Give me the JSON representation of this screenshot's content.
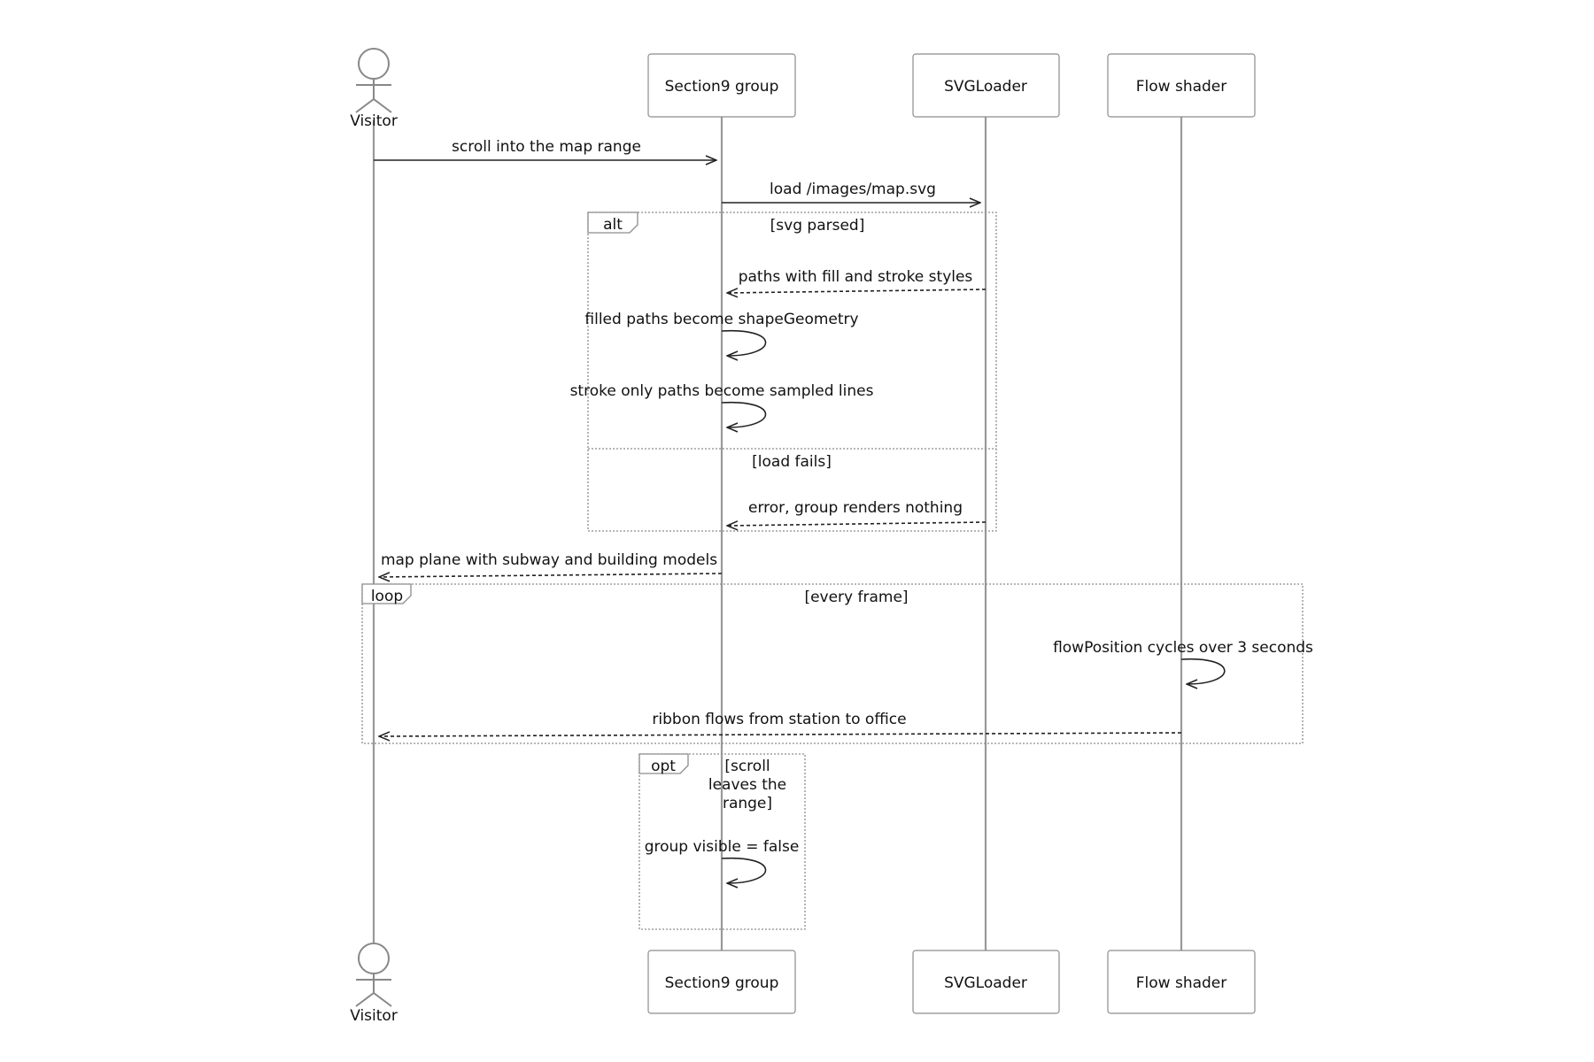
{
  "participants": {
    "visitor": "Visitor",
    "section9": "Section9 group",
    "svgloader": "SVGLoader",
    "flowshader": "Flow shader"
  },
  "messages": {
    "scroll_into_range": "scroll into the map range",
    "load_map": "load /images/map.svg",
    "paths_styles": "paths with fill and stroke styles",
    "filled_paths": "filled paths become shapeGeometry",
    "stroke_paths": "stroke only paths become sampled lines",
    "error_nothing": "error, group renders nothing",
    "map_plane": "map plane with subway and building models",
    "flow_cycles": "flowPosition cycles over 3 seconds",
    "ribbon_flows": "ribbon flows from station to office",
    "group_visible": "group visible = false"
  },
  "fragments": {
    "alt": {
      "label": "alt",
      "condition": "[svg parsed]",
      "else_condition": "[load fails]"
    },
    "loop": {
      "label": "loop",
      "condition": "[every frame]"
    },
    "opt": {
      "label": "opt",
      "condition_lines": [
        "[scroll",
        "leaves the",
        "range]"
      ]
    }
  }
}
